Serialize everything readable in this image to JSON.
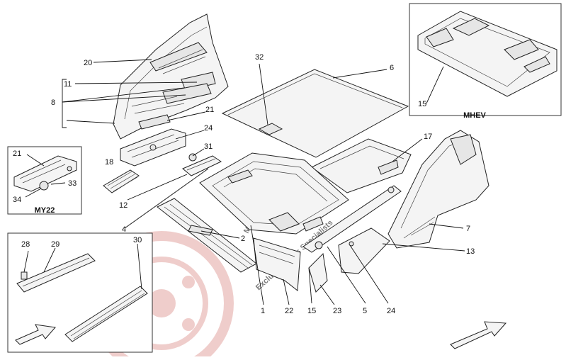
{
  "watermark": {
    "brand": "Masparts",
    "tagline": "Exclusive Parts Specialists",
    "brand_color": "#e0473f",
    "ghost_color": "#d9d9d9"
  },
  "callouts": {
    "c1": "1",
    "c2": "2",
    "c4": "4",
    "c5": "5",
    "c6": "6",
    "c7": "7",
    "c8": "8",
    "c11": "11",
    "c12": "12",
    "c13": "13",
    "c15": "15",
    "c15b": "15",
    "c17": "17",
    "c18": "18",
    "c20": "20",
    "c21": "21",
    "c21b": "21",
    "c22": "22",
    "c23": "23",
    "c24": "24",
    "c24b": "24",
    "c28": "28",
    "c29": "29",
    "c30": "30",
    "c31": "31",
    "c32": "32",
    "c33": "33",
    "c34": "34"
  },
  "insets": {
    "mhev_label": "MHEV",
    "my22_label": "MY22"
  },
  "icons": {
    "front_arrow_left": "direction-arrow-icon",
    "front_arrow_right": "direction-arrow-icon"
  }
}
